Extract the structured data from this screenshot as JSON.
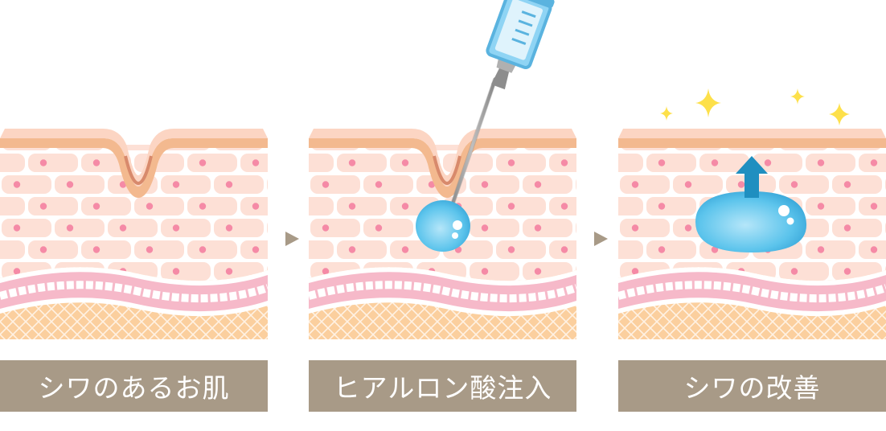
{
  "steps": [
    {
      "label": "シワのあるお肌"
    },
    {
      "label": "ヒアルロン酸注入"
    },
    {
      "label": "シワの改善"
    }
  ],
  "colors": {
    "label_bg": "#a89a87",
    "skin_cells": "#fde0d6",
    "cell_dot": "#f58aa6",
    "dermis_pink": "#f6b9c9",
    "fat_orange": "#fbcf9e",
    "hyaluronic_blue": "#5cc4ec",
    "arrow_teal": "#1f8fc0",
    "sparkle_yellow": "#fde04a"
  },
  "icons": [
    "wrinkle",
    "syringe-icon",
    "hyaluronic-droplet",
    "up-arrow-icon",
    "sparkle-icon",
    "step-arrow-icon"
  ]
}
